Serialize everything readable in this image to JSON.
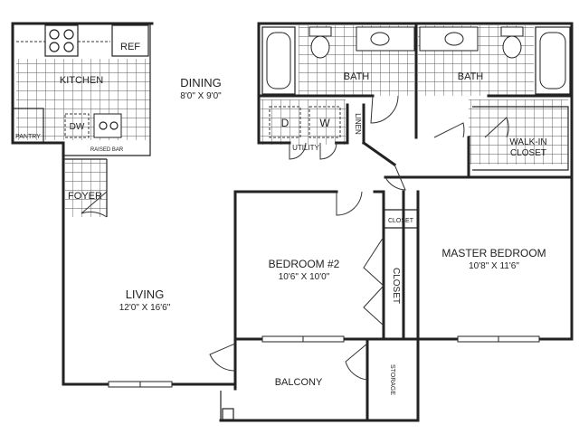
{
  "rooms": {
    "kitchen": {
      "label": "KITCHEN"
    },
    "dining": {
      "label": "DINING",
      "size": "8'0\" X 9'0\""
    },
    "living": {
      "label": "LIVING",
      "size": "12'0\" X 16'6\""
    },
    "bedroom2": {
      "label": "BEDROOM #2",
      "size": "10'6\" X 10'0\""
    },
    "master": {
      "label": "MASTER BEDROOM",
      "size": "10'8\" X 11'6\""
    },
    "balcony": {
      "label": "BALCONY"
    },
    "foyer": {
      "label": "FOYER"
    },
    "bath1": {
      "label": "BATH"
    },
    "bath2": {
      "label": "BATH"
    },
    "utility": {
      "label": "UTILITY"
    },
    "walkin": {
      "label1": "WALK-IN",
      "label2": "CLOSET"
    },
    "pantry": {
      "label": "PANTRY"
    },
    "storage": {
      "label": "STORAGE"
    },
    "linen": {
      "label": "LINEN"
    },
    "closet_small": {
      "label": "CLOSET"
    },
    "closet_bed2": {
      "label": "CLOSET"
    }
  },
  "fixtures": {
    "ref": "REF",
    "dw": "DW",
    "raised_bar": "RAISED BAR",
    "dryer": "D",
    "washer": "W"
  }
}
